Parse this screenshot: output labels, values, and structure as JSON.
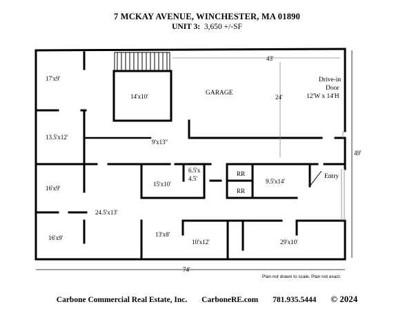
{
  "header": {
    "address": "7 MCKAY AVENUE, WINCHESTER, MA 01890",
    "unit_label": "UNIT 3",
    "unit_size": "3,650 +/-SF"
  },
  "rooms": {
    "r1": "17'x9'",
    "r2": "14'x10'",
    "garage": "GARAGE",
    "door_title_1": "Drive-in",
    "door_title_2": "Door",
    "door_size": "12'W x 14'H",
    "r3": "13.5'x12'",
    "r4": "9'x13''",
    "r5_1": "6.5'x",
    "r5_2": "4.5'",
    "rr1": "RR",
    "rr2": "RR",
    "r6": "9.5'x14'",
    "entry": "Entry",
    "r7": "16'x9'",
    "r8": "15'x10'",
    "r9": "24.5'x13'",
    "r10": "13'x8'",
    "r11": "16'x9'",
    "r12": "10'x12'",
    "r13": "29'x10'"
  },
  "dimensions": {
    "top": "43'",
    "garage_depth": "24'",
    "right": "49'",
    "bottom": "74'"
  },
  "notes": {
    "disclaimer": "Plan not drawn to scale. Plan not exact."
  },
  "footer": {
    "company": "Carbone Commercial Real Estate, Inc.",
    "website": "CarboneRE.com",
    "phone": "781.935.5444",
    "copyright": "© 2024"
  }
}
